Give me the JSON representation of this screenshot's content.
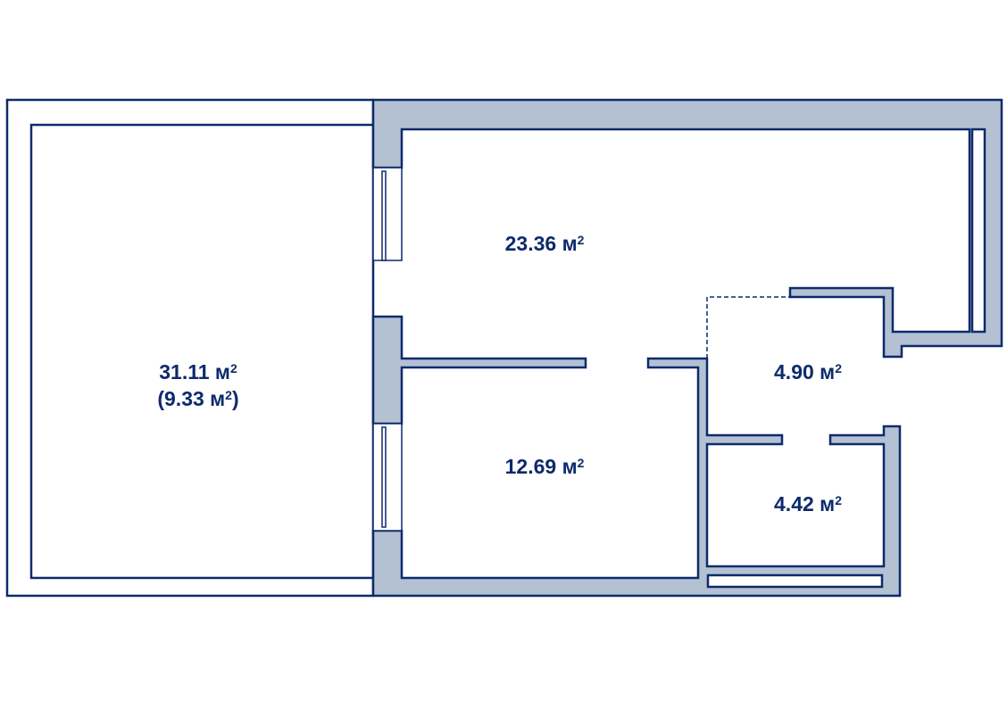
{
  "colors": {
    "wall_fill": "#b4c1d3",
    "line": "#0d2a6b",
    "background": "#ffffff"
  },
  "rooms": [
    {
      "id": "balcony",
      "area": "31.11 м",
      "area_secondary": "(9.33 м",
      "sup": "2"
    },
    {
      "id": "living",
      "area": "23.36 м",
      "sup": "2"
    },
    {
      "id": "bedroom",
      "area": "12.69 м",
      "sup": "2"
    },
    {
      "id": "hall",
      "area": "4.90 м",
      "sup": "2"
    },
    {
      "id": "bathroom",
      "area": "4.42 м",
      "sup": "2"
    }
  ]
}
